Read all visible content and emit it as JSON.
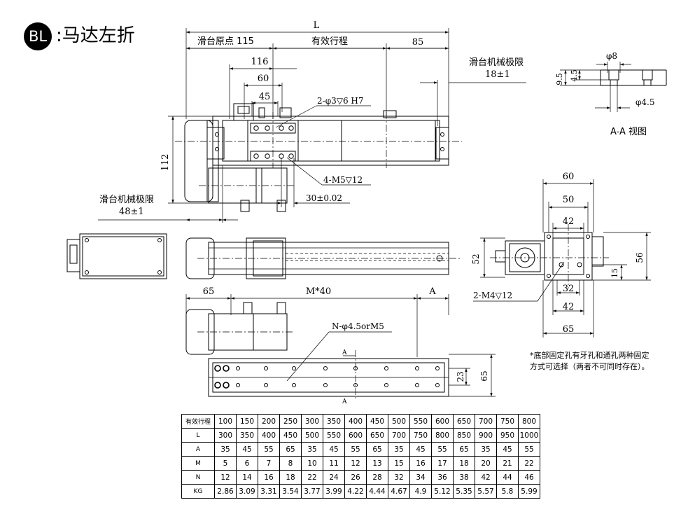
{
  "header": {
    "badge": "BL",
    "title": ":马达左折"
  },
  "top_view": {
    "overall_length": "L",
    "slide_origin": "滑台原点 115",
    "effective_stroke": "有效行程",
    "right_end": "85",
    "dim_116": "116",
    "dim_60": "60",
    "dim_45": "45",
    "dowel_holes": "2-φ3▽6 H7",
    "height_112": "112",
    "tapped_holes": "4-M5▽12",
    "pin_pitch": "30±0.02",
    "limit_right_label": "滑台机械极限",
    "limit_right_value": "18±1",
    "limit_left_label": "滑台机械极限",
    "limit_left_value": "48±1"
  },
  "section_aa": {
    "dia_8": "φ8",
    "dia_4_5": "φ4.5",
    "depth_9_5": "9.5",
    "depth_4_5": "4.5",
    "caption": "A-A 视图"
  },
  "end_view": {
    "w60": "60",
    "w50": "50",
    "w42_top": "42",
    "h52": "52",
    "h56": "56",
    "h15": "15",
    "w32": "32",
    "w42_bottom": "42",
    "w65": "65",
    "side_holes": "2-M4▽12"
  },
  "bottom_view": {
    "left_65": "65",
    "pitch": "M*40",
    "right_a": "A",
    "base_holes": "N-φ4.5orM5",
    "h23": "23",
    "h65": "65",
    "section_mark_top": "A",
    "section_mark_bottom": "A"
  },
  "note": "*底部固定孔有牙孔和通孔两种固定方式可选择（两者不可同时存在）。",
  "spec_table": {
    "headers": [
      "有效行程",
      "100",
      "150",
      "200",
      "250",
      "300",
      "350",
      "400",
      "450",
      "500",
      "550",
      "600",
      "650",
      "700",
      "750",
      "800"
    ],
    "rows": [
      [
        "L",
        "300",
        "350",
        "400",
        "450",
        "500",
        "550",
        "600",
        "650",
        "700",
        "750",
        "800",
        "850",
        "900",
        "950",
        "1000"
      ],
      [
        "A",
        "35",
        "45",
        "55",
        "65",
        "35",
        "45",
        "55",
        "65",
        "35",
        "45",
        "55",
        "65",
        "35",
        "45",
        "55"
      ],
      [
        "M",
        "5",
        "6",
        "7",
        "8",
        "10",
        "11",
        "12",
        "13",
        "15",
        "16",
        "17",
        "18",
        "20",
        "21",
        "22"
      ],
      [
        "N",
        "12",
        "14",
        "16",
        "18",
        "22",
        "24",
        "26",
        "28",
        "32",
        "34",
        "36",
        "38",
        "42",
        "44",
        "46"
      ],
      [
        "KG",
        "2.86",
        "3.09",
        "3.31",
        "3.54",
        "3.77",
        "3.99",
        "4.22",
        "4.44",
        "4.67",
        "4.9",
        "5.12",
        "5.35",
        "5.57",
        "5.8",
        "5.99"
      ]
    ]
  }
}
